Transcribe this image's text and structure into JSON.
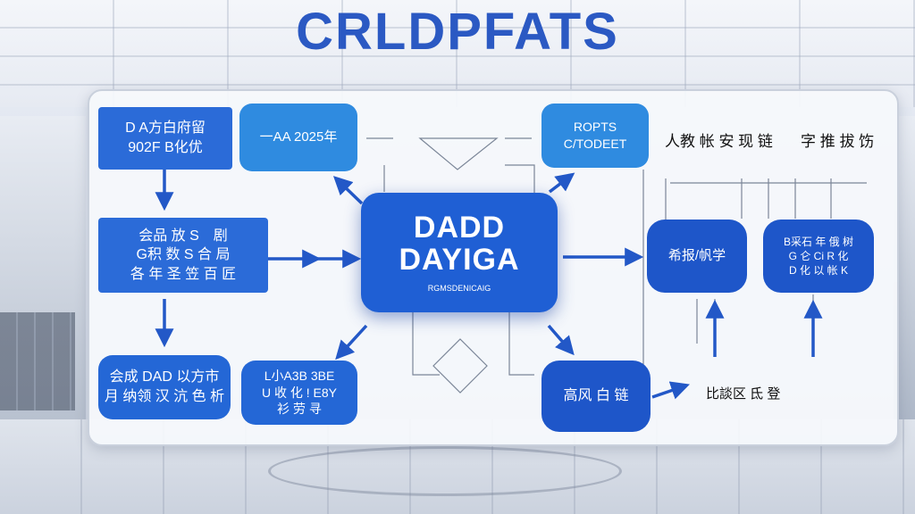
{
  "title": "CRLDPFATS",
  "center": {
    "line1": "DADD",
    "line2": "DAYIGA",
    "sub": "RGMSDENICAIG"
  },
  "left_column": {
    "box1": [
      "D A方白府留",
      "902F B化优"
    ],
    "box2": [
      "会品 放 S　剧",
      "G积 数 S 合 局",
      "各 年 圣 笠 百 匠"
    ],
    "box3": [
      "会成 DAD 以方市",
      "月 纳领 汉 沆 色 析"
    ]
  },
  "second_column": {
    "box1": [
      "一AA 2025年"
    ],
    "box2": [
      "L小A3B 3BE",
      "U 收 化 ! E8Y",
      "衫 劳 寻"
    ]
  },
  "right_column": {
    "reports": [
      "ROPTS",
      "C/TODEET"
    ],
    "mid_left": [
      "希报/帆学"
    ],
    "mid_right": [
      "B采石 年 俄 树",
      "G 仑 Ci R 化",
      "D 化 以 帐 K"
    ],
    "bottom": [
      "高风 白 链"
    ]
  },
  "texts": {
    "top_right_1": "人教 帐 安 现 链",
    "top_right_2": "字 推 拔 饬",
    "bottom_right": "比談区 氐 登"
  },
  "colors": {
    "title": "#2b59c3",
    "box": "#2467d6",
    "accent": "#1f5fd4"
  }
}
